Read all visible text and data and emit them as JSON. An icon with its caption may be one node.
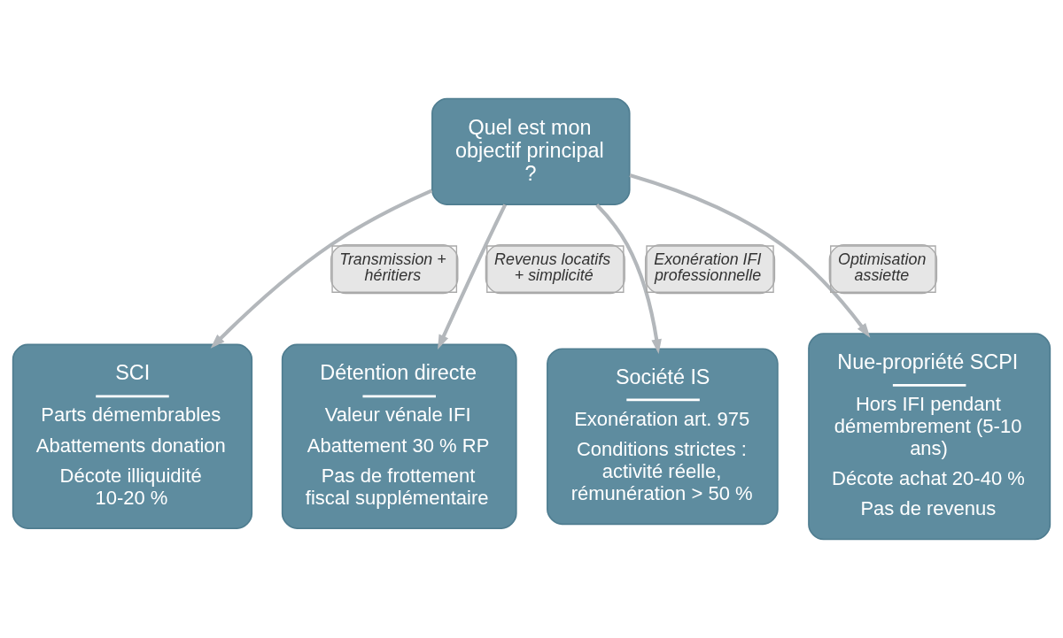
{
  "diagram": {
    "nodes": [
      {
        "text": [
          "Quel est mon objectif principal ?"
        ]
      },
      {
        "text": [
          "SCI",
          "Parts démembrables",
          "Abattements donation",
          "Décote illiquidité 10-20 %"
        ]
      },
      {
        "text": [
          "Détention directe",
          "Valeur vénale IFI",
          "Abattement 30 % RP",
          "Pas de frottement fiscal supplémentaire"
        ]
      },
      {
        "text": [
          "Société IS",
          "Exonération art. 975",
          "Conditions strictes : activité réelle, rémunération > 50 %"
        ]
      },
      {
        "text": [
          "Nue-propriété SCPI",
          "Hors IFI pendant démembrement (5-10 ans)",
          "Décote achat 20-40 %",
          "Pas de revenus"
        ]
      }
    ],
    "edges": [
      {
        "from": 0,
        "to": 1,
        "arrow": "to",
        "label": "Transmission + héritiers"
      },
      {
        "from": 0,
        "to": 2,
        "arrow": "to",
        "label": "Revenus locatifs + simplicité"
      },
      {
        "from": 0,
        "to": 3,
        "arrow": "to",
        "label": "Exonération IFI professionnelle"
      },
      {
        "from": 0,
        "to": 4,
        "arrow": "to",
        "label": "Optimisation assiette"
      }
    ]
  }
}
